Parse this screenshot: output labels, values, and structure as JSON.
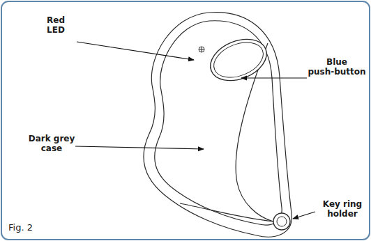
{
  "diagram": {
    "labels": [
      "Red LED",
      "Blue push-button",
      "Dark grey case",
      "Key ring holder",
      "Fig. 2"
    ]
  }
}
